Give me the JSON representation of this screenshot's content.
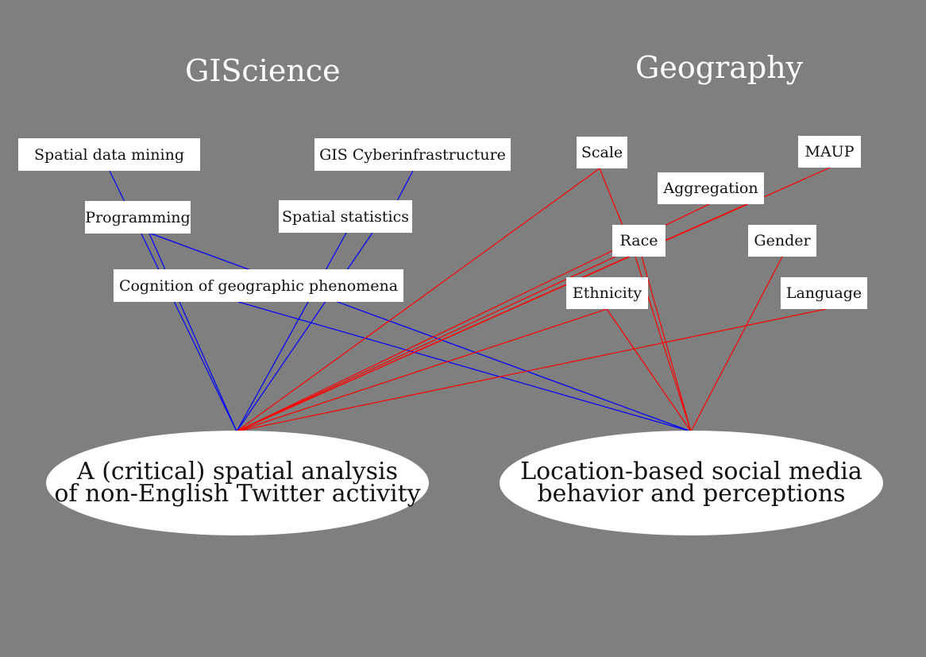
{
  "headings": {
    "left": "GIScience",
    "right": "Geography"
  },
  "nodes": {
    "spatial_data_mining": "Spatial data mining",
    "gis_cyberinfrastructure": "GIS Cyberinfrastructure",
    "programming": "Programming",
    "spatial_statistics": "Spatial statistics",
    "cognition": "Cognition of geographic phenomena",
    "scale": "Scale",
    "maup": "MAUP",
    "aggregation": "Aggregation",
    "race": "Race",
    "gender": "Gender",
    "ethnicity": "Ethnicity",
    "language": "Language"
  },
  "targets": {
    "left": {
      "line1": "A (critical) spatial analysis",
      "line2": "of non-English Twitter activity"
    },
    "right": {
      "line1": "Location-based social media",
      "line2": "behavior and perceptions"
    }
  },
  "colors": {
    "background": "#7f7f7f",
    "giscience_links": "#0000ff",
    "geography_links": "#ff0000"
  }
}
